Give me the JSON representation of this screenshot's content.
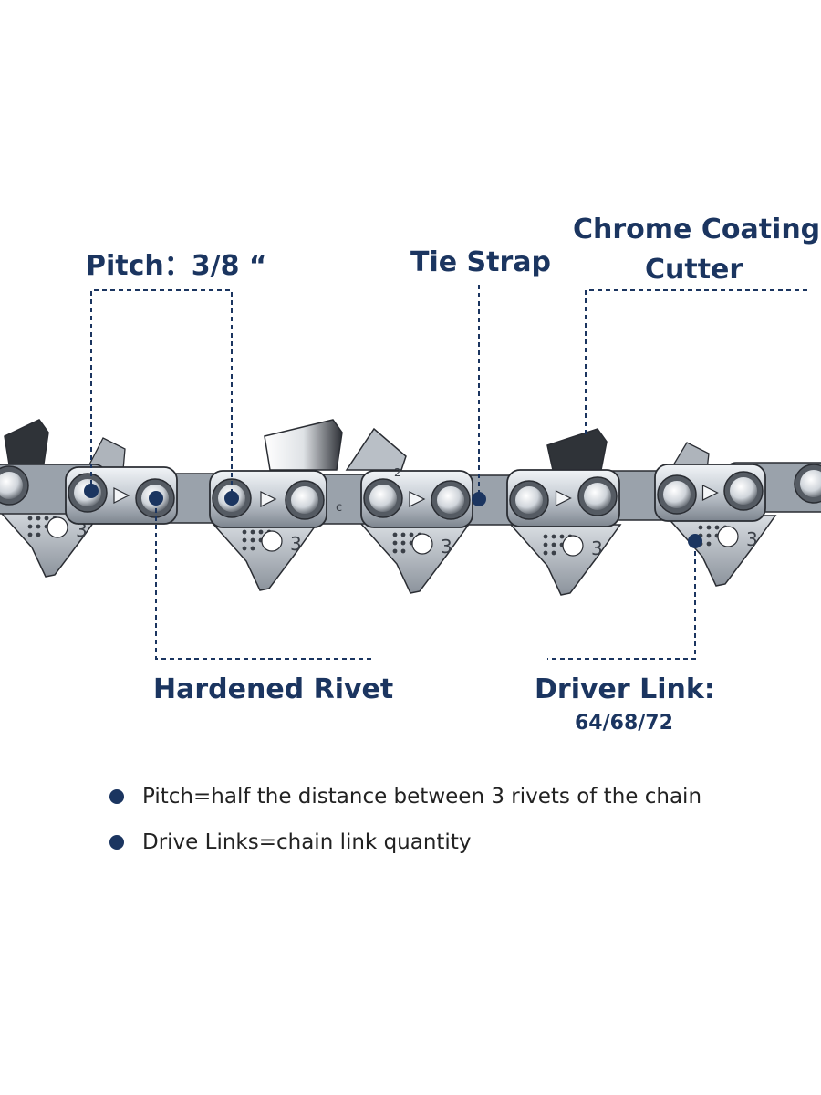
{
  "colors": {
    "accent": "#1b3560",
    "metal_light": "#e6eaee",
    "metal_dark": "#6f7680",
    "cutter_chrome": "#f3f3f3",
    "outline": "#2a2d33"
  },
  "labels": {
    "pitch": "Pitch：3/8 “",
    "tie_strap": "Tie Strap",
    "chrome_line1": "Chrome Coating",
    "chrome_line2": "Cutter",
    "hardened_rivet": "Hardened Rivet",
    "driver_link": "Driver Link:",
    "driver_link_sizes": "64/68/72"
  },
  "chain": {
    "drive_link_stamp": "3",
    "tie_strap_stamp": "c",
    "cutter_stamp": "2"
  },
  "notes": [
    "Pitch=half the distance between 3 rivets of the chain",
    "Drive Links=chain link quantity"
  ]
}
